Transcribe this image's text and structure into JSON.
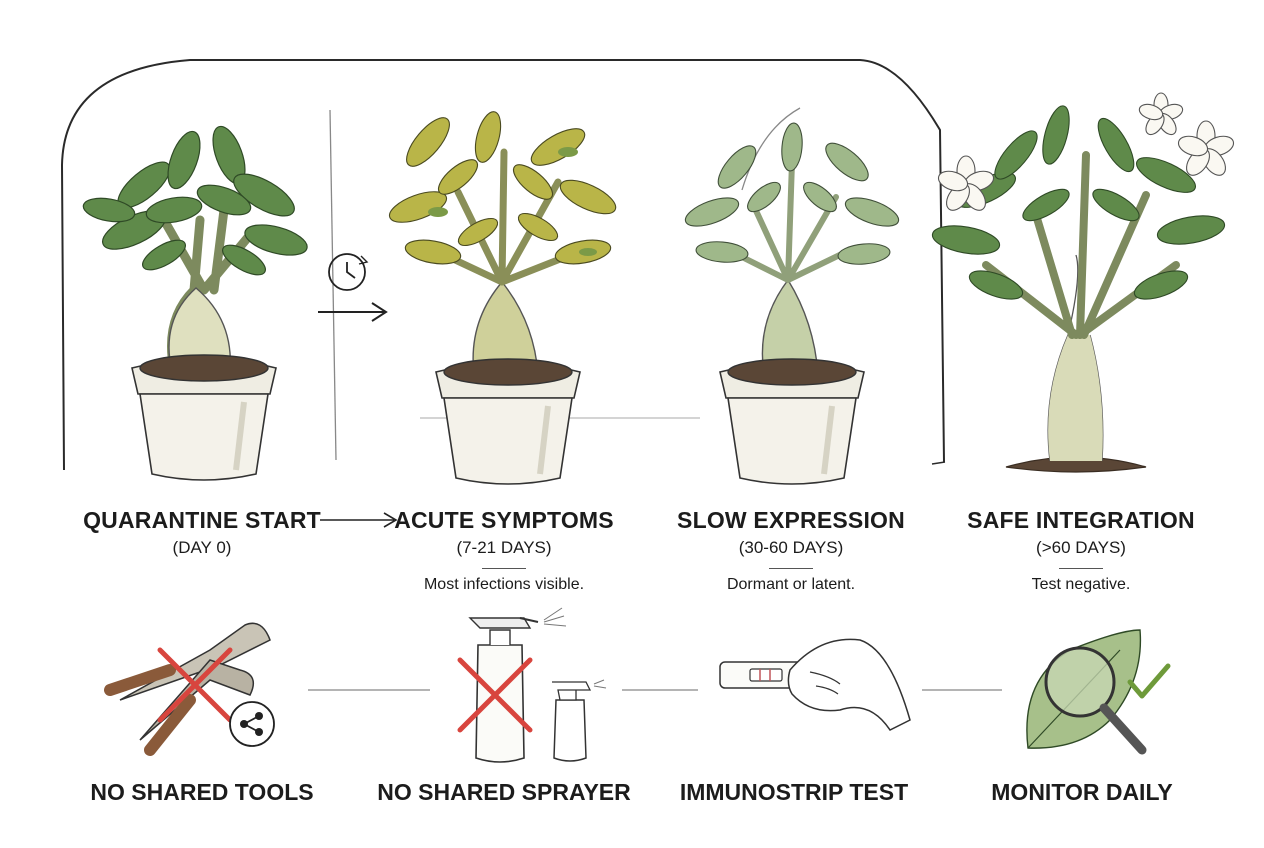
{
  "stages": [
    {
      "title": "QUARANTINE START",
      "duration": "(DAY 0)",
      "note": ""
    },
    {
      "title": "ACUTE SYMPTOMS",
      "duration": "(7-21 DAYS)",
      "note": "Most infections visible."
    },
    {
      "title": "SLOW EXPRESSION",
      "duration": "(30-60 DAYS)",
      "note": "Dormant or latent."
    },
    {
      "title": "SAFE INTEGRATION",
      "duration": "(>60 DAYS)",
      "note": "Test negative."
    }
  ],
  "practices": [
    {
      "label": "NO SHARED TOOLS",
      "icon": "pruning-shears-icon"
    },
    {
      "label": "NO SHARED SPRAYER",
      "icon": "spray-bottle-icon"
    },
    {
      "label": "IMMUNOSTRIP TEST",
      "icon": "test-strip-icon"
    },
    {
      "label": "MONITOR DAILY",
      "icon": "magnifier-leaf-icon"
    }
  ],
  "colors": {
    "healthy_leaf": "#5f8a4a",
    "yellow_leaf": "#b9b548",
    "pale_leaf": "#9fb88a",
    "trunk": "#d9dbb8",
    "pot": "#f1efe6",
    "soil": "#5a4636",
    "cross": "#d8453e",
    "check": "#6e9a3a",
    "ink": "#222222"
  }
}
